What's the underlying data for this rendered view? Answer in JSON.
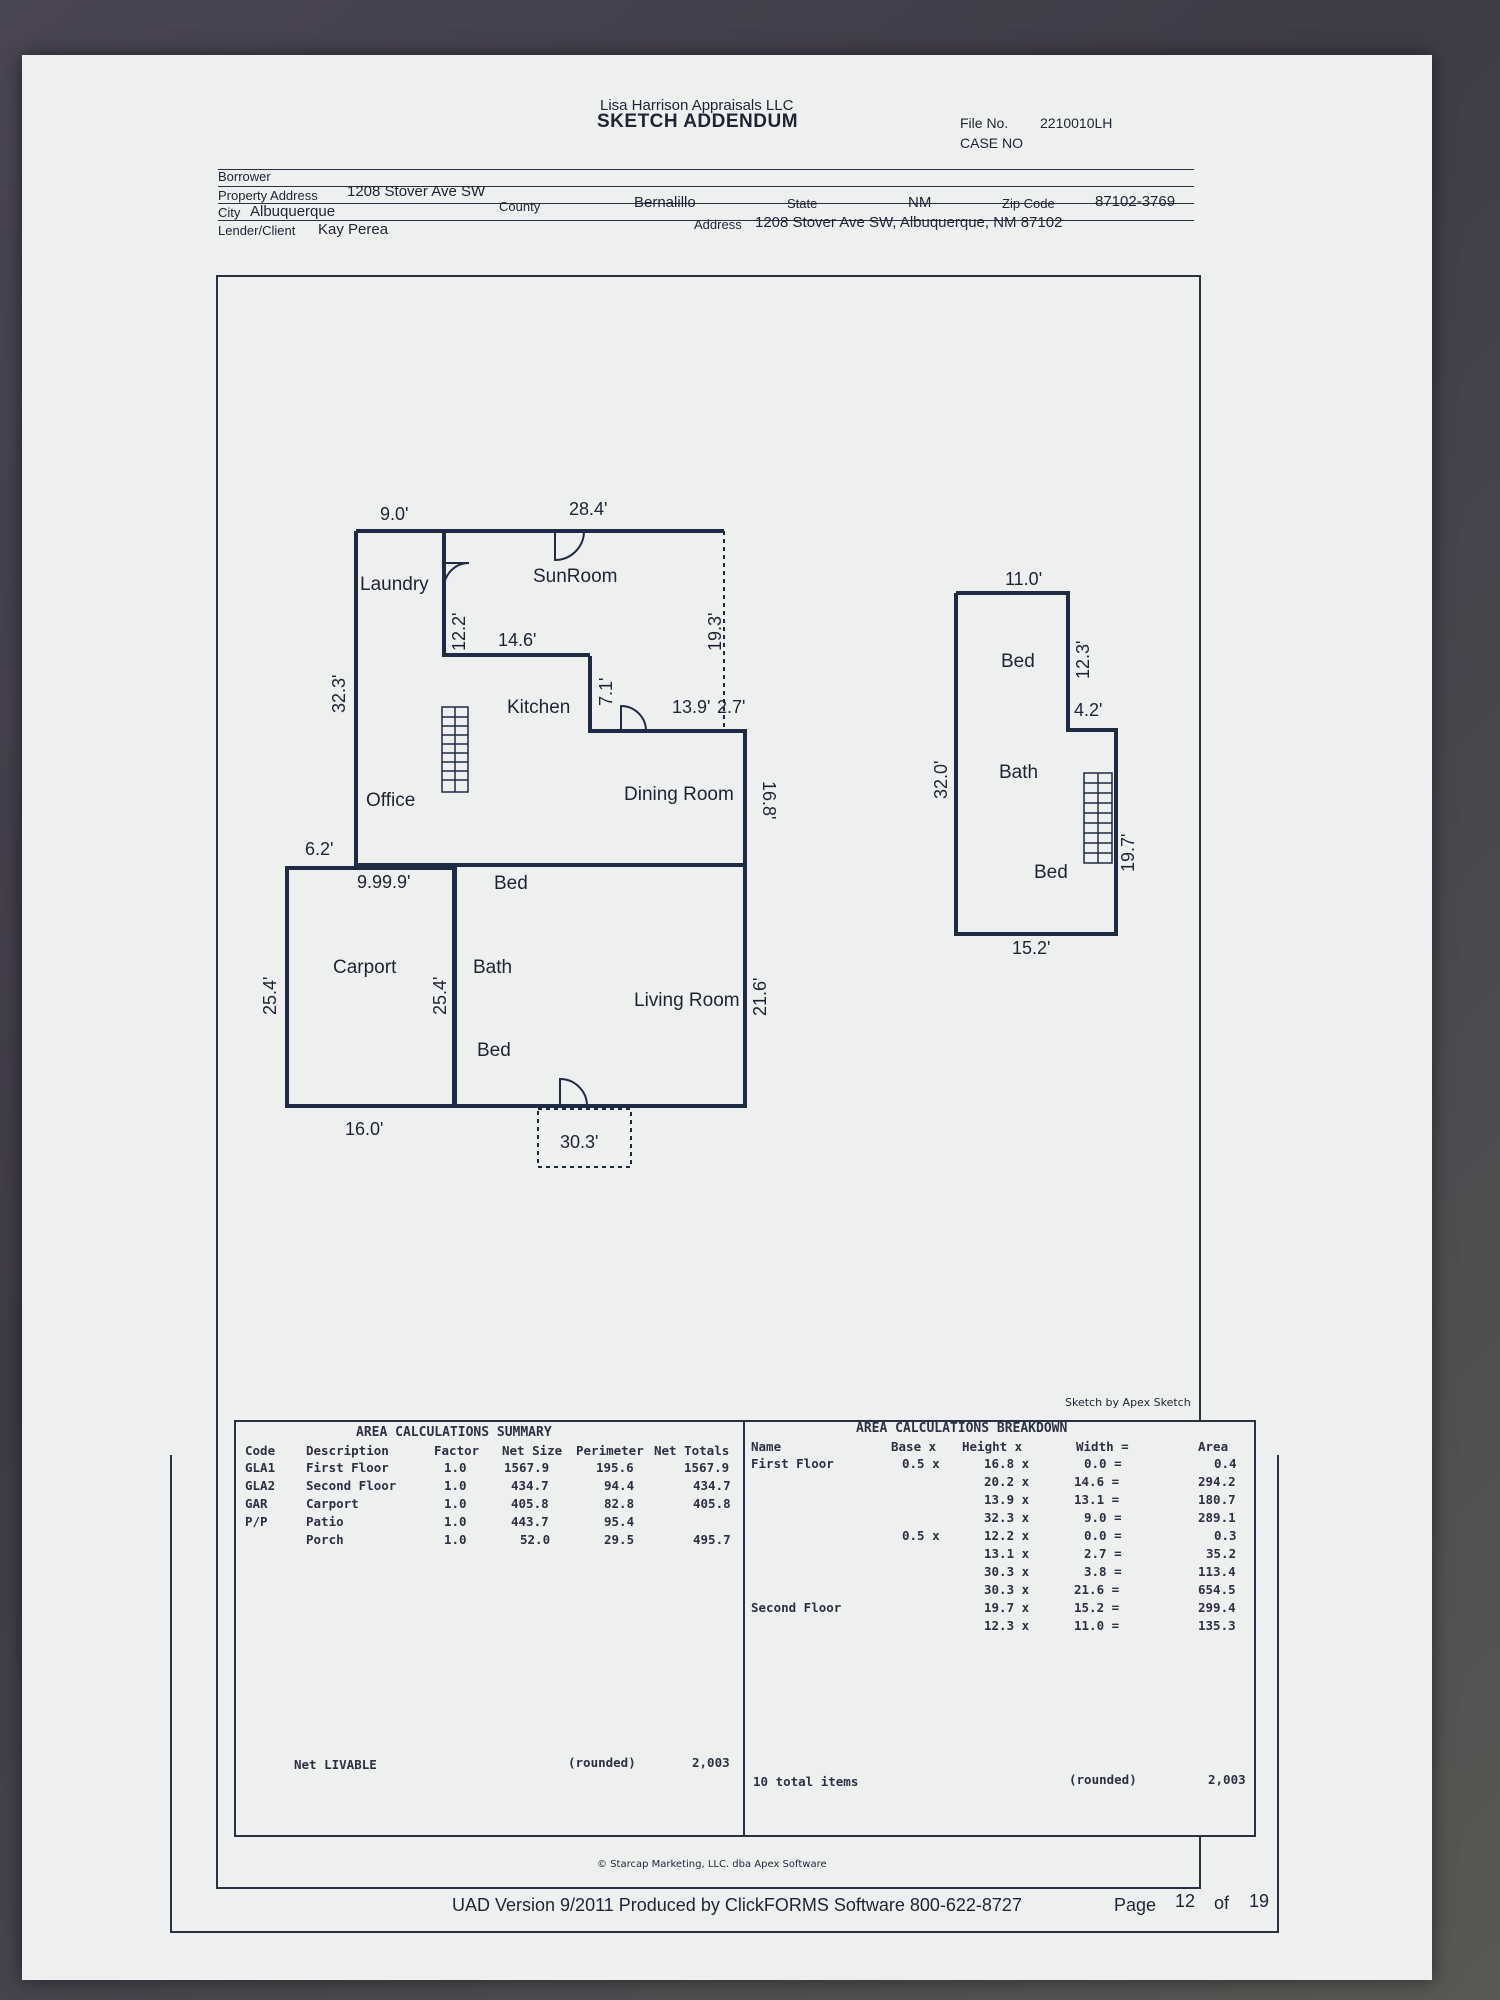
{
  "header": {
    "company": "Lisa Harrison Appraisals LLC",
    "title": "SKETCH ADDENDUM",
    "file_no_label": "File No.",
    "file_no": "2210010LH",
    "case_no_label": "CASE NO"
  },
  "subject": {
    "borrower_label": "Borrower",
    "property_address_label": "Property Address",
    "property_address": "1208 Stover Ave SW",
    "city_label": "City",
    "city": "Albuquerque",
    "county_label": "County",
    "county": "Bernalillo",
    "state_label": "State",
    "state": "NM",
    "zip_label": "Zip Code",
    "zip": "87102-3769",
    "lender_label": "Lender/Client",
    "lender": "Kay Perea",
    "address_label": "Address",
    "address": "1208 Stover Ave SW, Albuquerque, NM 87102"
  },
  "plan": {
    "rooms": {
      "laundry": "Laundry",
      "sunroom": "SunRoom",
      "kitchen": "Kitchen",
      "office": "Office",
      "dining": "Dining Room",
      "bed1": "Bed",
      "bath1": "Bath",
      "bed2": "Bed",
      "living": "Living Room",
      "carport": "Carport",
      "bed3": "Bed",
      "bath2": "Bath",
      "bed4": "Bed"
    },
    "dims": {
      "d1": "9.0'",
      "d2": "28.4'",
      "d3": "12.2'",
      "d4": "14.6'",
      "d5": "19.3'",
      "d6": "7.1'",
      "d7": "13.9'",
      "d8": "2.7'",
      "d9": "32.3'",
      "d10": "16.8'",
      "d11": "6.2'",
      "d12": "9.99.9'",
      "d13": "25.4'",
      "d14": "25.4'",
      "d15": "21.6'",
      "d16": "16.0'",
      "d17": "30.3'",
      "d18": "11.0'",
      "d19": "12.3'",
      "d20": "4.2'",
      "d21": "32.0'",
      "d22": "19.7'",
      "d23": "15.2'"
    }
  },
  "sketch_credit": "Sketch by Apex Sketch",
  "summary": {
    "title": "AREA CALCULATIONS SUMMARY",
    "headers": [
      "Code",
      "Description",
      "Factor",
      "Net Size",
      "Perimeter",
      "Net Totals"
    ],
    "rows": [
      [
        "GLA1",
        "First Floor",
        "1.0",
        "1567.9",
        "195.6",
        "1567.9"
      ],
      [
        "GLA2",
        "Second Floor",
        "1.0",
        "434.7",
        "94.4",
        "434.7"
      ],
      [
        "GAR",
        "Carport",
        "1.0",
        "405.8",
        "82.8",
        "405.8"
      ],
      [
        "P/P",
        "Patio",
        "1.0",
        "443.7",
        "95.4",
        ""
      ],
      [
        "",
        "Porch",
        "1.0",
        "52.0",
        "29.5",
        "495.7"
      ]
    ],
    "net_label": "Net LIVABLE",
    "rounded_label": "(rounded)",
    "net_total": "2,003"
  },
  "breakdown": {
    "title": "AREA CALCULATIONS BREAKDOWN",
    "headers": [
      "Name",
      "Base x",
      "Height x",
      "Width =",
      "Area"
    ],
    "rows": [
      [
        "First Floor",
        "0.5 x",
        "16.8 x",
        "0.0 =",
        "0.4"
      ],
      [
        "",
        "",
        "20.2 x",
        "14.6 =",
        "294.2"
      ],
      [
        "",
        "",
        "13.9 x",
        "13.1 =",
        "180.7"
      ],
      [
        "",
        "",
        "32.3 x",
        "9.0 =",
        "289.1"
      ],
      [
        "",
        "0.5 x",
        "12.2 x",
        "0.0 =",
        "0.3"
      ],
      [
        "",
        "",
        "13.1 x",
        "2.7 =",
        "35.2"
      ],
      [
        "",
        "",
        "30.3 x",
        "3.8 =",
        "113.4"
      ],
      [
        "",
        "",
        "30.3 x",
        "21.6 =",
        "654.5"
      ],
      [
        "Second Floor",
        "",
        "19.7 x",
        "15.2 =",
        "299.4"
      ],
      [
        "",
        "",
        "12.3 x",
        "11.0 =",
        "135.3"
      ]
    ],
    "items_label": "10 total items",
    "rounded_label": "(rounded)",
    "total": "2,003"
  },
  "footer": {
    "copyright": "© Starcap Marketing, LLC. dba Apex Software",
    "uad": "UAD Version 9/2011 Produced by ClickFORMS Software 800-622-8727",
    "page_label": "Page",
    "page": "12",
    "of_label": "of",
    "total_pages": "19"
  }
}
